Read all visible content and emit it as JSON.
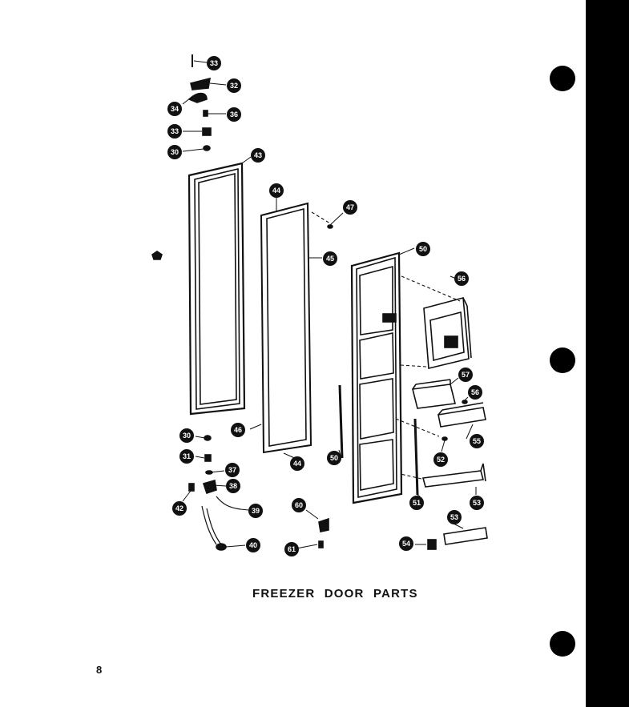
{
  "diagram": {
    "caption": "FREEZER DOOR PARTS",
    "page_number": "8",
    "callouts": [
      {
        "id": "c33a",
        "label": "33"
      },
      {
        "id": "c32",
        "label": "32"
      },
      {
        "id": "c34",
        "label": "34"
      },
      {
        "id": "c36",
        "label": "36"
      },
      {
        "id": "c33b",
        "label": "33"
      },
      {
        "id": "c30a",
        "label": "30"
      },
      {
        "id": "c43",
        "label": "43"
      },
      {
        "id": "c44a",
        "label": "44"
      },
      {
        "id": "c47",
        "label": "47"
      },
      {
        "id": "c45",
        "label": "45"
      },
      {
        "id": "c50a",
        "label": "50"
      },
      {
        "id": "c56a",
        "label": "56"
      },
      {
        "id": "c57",
        "label": "57"
      },
      {
        "id": "c56b",
        "label": "56"
      },
      {
        "id": "c55",
        "label": "55"
      },
      {
        "id": "c46",
        "label": "46"
      },
      {
        "id": "c44b",
        "label": "44"
      },
      {
        "id": "c50b",
        "label": "50"
      },
      {
        "id": "c52",
        "label": "52"
      },
      {
        "id": "c51",
        "label": "51"
      },
      {
        "id": "c53a",
        "label": "53"
      },
      {
        "id": "c30b",
        "label": "30"
      },
      {
        "id": "c31",
        "label": "31"
      },
      {
        "id": "c37",
        "label": "37"
      },
      {
        "id": "c38",
        "label": "38"
      },
      {
        "id": "c42",
        "label": "42"
      },
      {
        "id": "c39",
        "label": "39"
      },
      {
        "id": "c60",
        "label": "60"
      },
      {
        "id": "c61",
        "label": "61"
      },
      {
        "id": "c40",
        "label": "40"
      },
      {
        "id": "c53b",
        "label": "53"
      },
      {
        "id": "c54",
        "label": "54"
      }
    ]
  },
  "colors": {
    "ink": "#111111",
    "paper": "#ffffff",
    "binding": "#000000"
  }
}
